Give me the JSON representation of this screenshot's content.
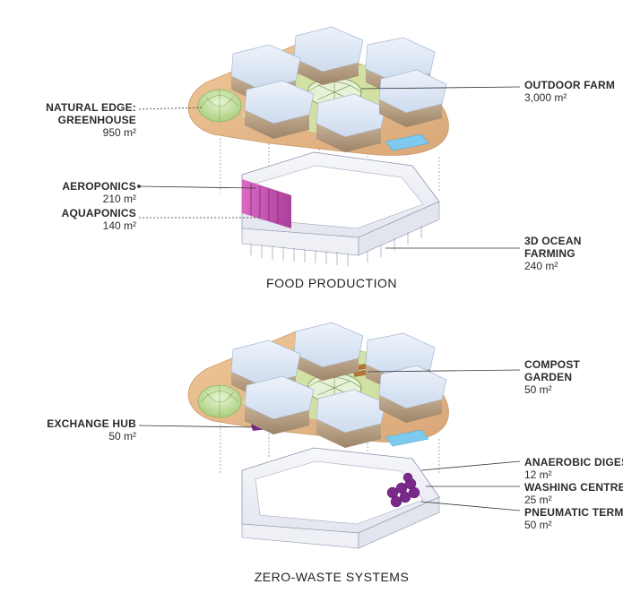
{
  "sections": [
    {
      "caption": "FOOD PRODUCTION",
      "labels": [
        {
          "name": "NATURAL EDGE:",
          "name2": "GREENHOUSE",
          "area": "950 m²"
        },
        {
          "name": "OUTDOOR FARM",
          "area": "3,000 m²"
        },
        {
          "name": "AEROPONICS",
          "area": "210 m²"
        },
        {
          "name": "AQUAPONICS",
          "area": "140 m²"
        },
        {
          "name": "3D OCEAN",
          "name2": "FARMING",
          "area": "240 m²"
        }
      ]
    },
    {
      "caption": "ZERO-WASTE SYSTEMS",
      "labels": [
        {
          "name": "COMPOST",
          "name2": "GARDEN",
          "area": "50 m²"
        },
        {
          "name": "EXCHANGE HUB",
          "area": "50 m²"
        },
        {
          "name": "ANAEROBIC DIGESTOR",
          "area": "12 m²"
        },
        {
          "name": "WASHING CENTRE",
          "area": "25 m²"
        },
        {
          "name": "PNEUMATIC TERMINAL",
          "area": "50 m²"
        }
      ]
    }
  ],
  "colors": {
    "deck": "#e8b98a",
    "lawn": "#cfe6a6",
    "glass": "#dfe9f6",
    "tower_side": "#b49c7e",
    "pool": "#7ccaf0",
    "magenta": "#c23fa8",
    "purple": "#7a2a8a",
    "leader": "#333333"
  }
}
